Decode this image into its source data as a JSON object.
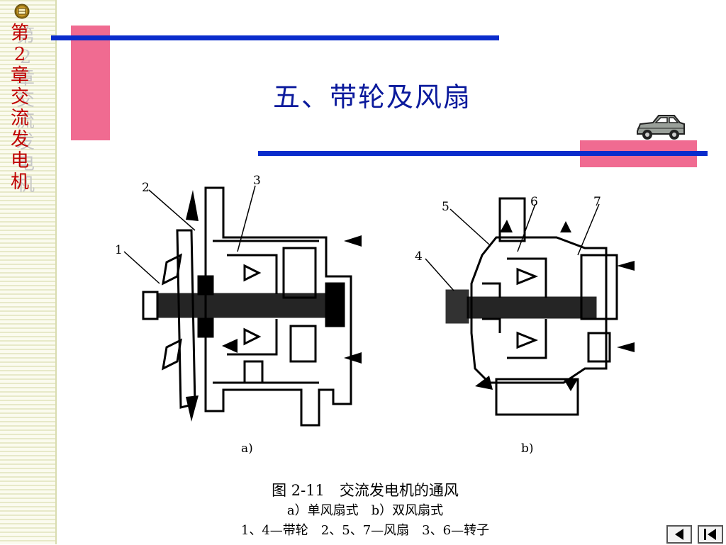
{
  "sidebar": {
    "chapter_title": "第2章 交流发电机",
    "home_icon": "home-icon"
  },
  "slide": {
    "title": "五、带轮及风扇"
  },
  "figure": {
    "callouts_a": [
      "2",
      "3",
      "1"
    ],
    "callouts_b": [
      "5",
      "6",
      "7",
      "4"
    ],
    "sublabel_a": "a)",
    "sublabel_b": "b)"
  },
  "caption": {
    "line1": "图 2-11　交流发电机的通风",
    "line2": "a）单风扇式　b）双风扇式",
    "line3": "1、4—带轮　2、5、7—风扇　3、6—转子"
  },
  "nav": {
    "first_icon": "first-slide-icon",
    "prev_icon": "previous-slide-icon"
  },
  "colors": {
    "accent_pink": "#f06b91",
    "accent_blue": "#0a2ccc",
    "title_blue": "#0b1a9c",
    "chapter_red": "#c00000"
  }
}
